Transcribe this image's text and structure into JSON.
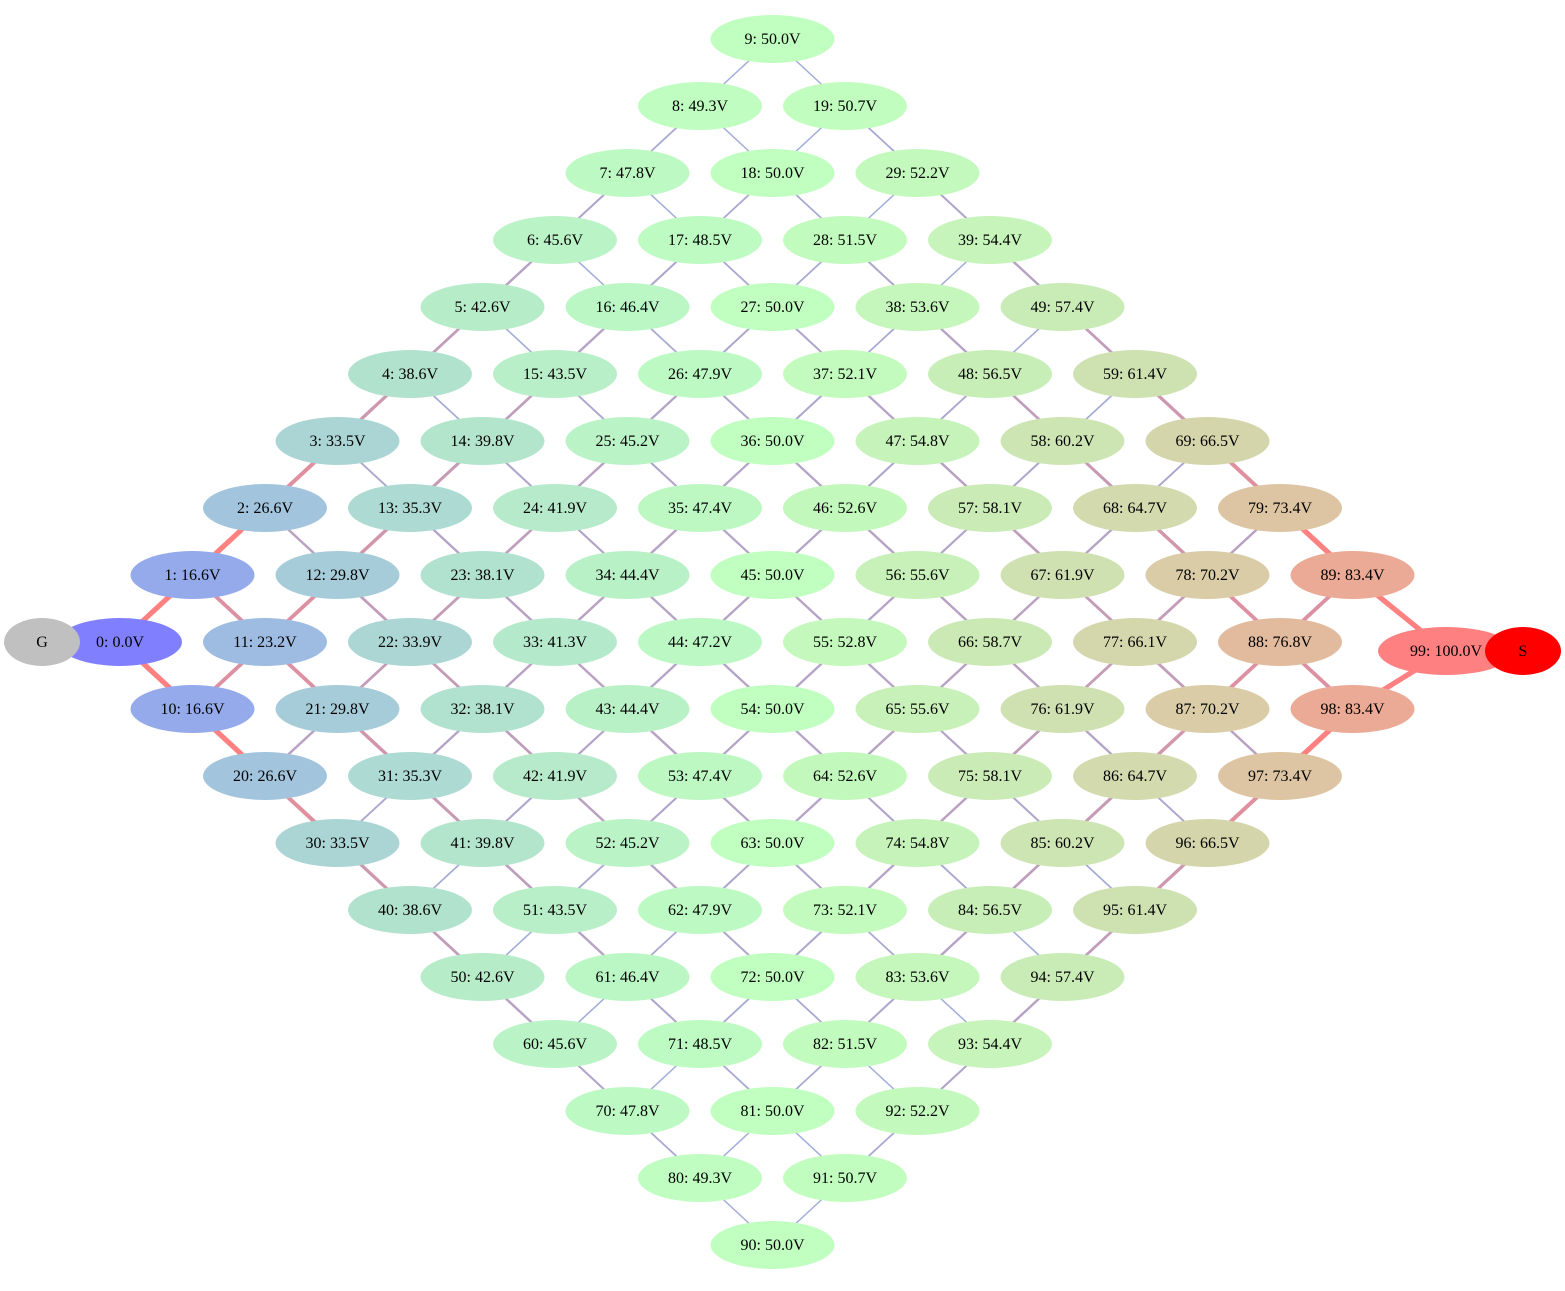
{
  "diagram": {
    "ground_label": "G",
    "source_label": "S",
    "nodes": [
      {
        "id": 0,
        "label": "0: 0.0V",
        "v": 0.0
      },
      {
        "id": 1,
        "label": "1: 16.6V",
        "v": 16.6
      },
      {
        "id": 2,
        "label": "2: 26.6V",
        "v": 26.6
      },
      {
        "id": 3,
        "label": "3: 33.5V",
        "v": 33.5
      },
      {
        "id": 4,
        "label": "4: 38.6V",
        "v": 38.6
      },
      {
        "id": 5,
        "label": "5: 42.6V",
        "v": 42.6
      },
      {
        "id": 6,
        "label": "6: 45.6V",
        "v": 45.6
      },
      {
        "id": 7,
        "label": "7: 47.8V",
        "v": 47.8
      },
      {
        "id": 8,
        "label": "8: 49.3V",
        "v": 49.3
      },
      {
        "id": 9,
        "label": "9: 50.0V",
        "v": 50.0
      },
      {
        "id": 10,
        "label": "10: 16.6V",
        "v": 16.6
      },
      {
        "id": 11,
        "label": "11: 23.2V",
        "v": 23.2
      },
      {
        "id": 12,
        "label": "12: 29.8V",
        "v": 29.8
      },
      {
        "id": 13,
        "label": "13: 35.3V",
        "v": 35.3
      },
      {
        "id": 14,
        "label": "14: 39.8V",
        "v": 39.8
      },
      {
        "id": 15,
        "label": "15: 43.5V",
        "v": 43.5
      },
      {
        "id": 16,
        "label": "16: 46.4V",
        "v": 46.4
      },
      {
        "id": 17,
        "label": "17: 48.5V",
        "v": 48.5
      },
      {
        "id": 18,
        "label": "18: 50.0V",
        "v": 50.0
      },
      {
        "id": 19,
        "label": "19: 50.7V",
        "v": 50.7
      },
      {
        "id": 20,
        "label": "20: 26.6V",
        "v": 26.6
      },
      {
        "id": 21,
        "label": "21: 29.8V",
        "v": 29.8
      },
      {
        "id": 22,
        "label": "22: 33.9V",
        "v": 33.9
      },
      {
        "id": 23,
        "label": "23: 38.1V",
        "v": 38.1
      },
      {
        "id": 24,
        "label": "24: 41.9V",
        "v": 41.9
      },
      {
        "id": 25,
        "label": "25: 45.2V",
        "v": 45.2
      },
      {
        "id": 26,
        "label": "26: 47.9V",
        "v": 47.9
      },
      {
        "id": 27,
        "label": "27: 50.0V",
        "v": 50.0
      },
      {
        "id": 28,
        "label": "28: 51.5V",
        "v": 51.5
      },
      {
        "id": 29,
        "label": "29: 52.2V",
        "v": 52.2
      },
      {
        "id": 30,
        "label": "30: 33.5V",
        "v": 33.5
      },
      {
        "id": 31,
        "label": "31: 35.3V",
        "v": 35.3
      },
      {
        "id": 32,
        "label": "32: 38.1V",
        "v": 38.1
      },
      {
        "id": 33,
        "label": "33: 41.3V",
        "v": 41.3
      },
      {
        "id": 34,
        "label": "34: 44.4V",
        "v": 44.4
      },
      {
        "id": 35,
        "label": "35: 47.4V",
        "v": 47.4
      },
      {
        "id": 36,
        "label": "36: 50.0V",
        "v": 50.0
      },
      {
        "id": 37,
        "label": "37: 52.1V",
        "v": 52.1
      },
      {
        "id": 38,
        "label": "38: 53.6V",
        "v": 53.6
      },
      {
        "id": 39,
        "label": "39: 54.4V",
        "v": 54.4
      },
      {
        "id": 40,
        "label": "40: 38.6V",
        "v": 38.6
      },
      {
        "id": 41,
        "label": "41: 39.8V",
        "v": 39.8
      },
      {
        "id": 42,
        "label": "42: 41.9V",
        "v": 41.9
      },
      {
        "id": 43,
        "label": "43: 44.4V",
        "v": 44.4
      },
      {
        "id": 44,
        "label": "44: 47.2V",
        "v": 47.2
      },
      {
        "id": 45,
        "label": "45: 50.0V",
        "v": 50.0
      },
      {
        "id": 46,
        "label": "46: 52.6V",
        "v": 52.6
      },
      {
        "id": 47,
        "label": "47: 54.8V",
        "v": 54.8
      },
      {
        "id": 48,
        "label": "48: 56.5V",
        "v": 56.5
      },
      {
        "id": 49,
        "label": "49: 57.4V",
        "v": 57.4
      },
      {
        "id": 50,
        "label": "50: 42.6V",
        "v": 42.6
      },
      {
        "id": 51,
        "label": "51: 43.5V",
        "v": 43.5
      },
      {
        "id": 52,
        "label": "52: 45.2V",
        "v": 45.2
      },
      {
        "id": 53,
        "label": "53: 47.4V",
        "v": 47.4
      },
      {
        "id": 54,
        "label": "54: 50.0V",
        "v": 50.0
      },
      {
        "id": 55,
        "label": "55: 52.8V",
        "v": 52.8
      },
      {
        "id": 56,
        "label": "56: 55.6V",
        "v": 55.6
      },
      {
        "id": 57,
        "label": "57: 58.1V",
        "v": 58.1
      },
      {
        "id": 58,
        "label": "58: 60.2V",
        "v": 60.2
      },
      {
        "id": 59,
        "label": "59: 61.4V",
        "v": 61.4
      },
      {
        "id": 60,
        "label": "60: 45.6V",
        "v": 45.6
      },
      {
        "id": 61,
        "label": "61: 46.4V",
        "v": 46.4
      },
      {
        "id": 62,
        "label": "62: 47.9V",
        "v": 47.9
      },
      {
        "id": 63,
        "label": "63: 50.0V",
        "v": 50.0
      },
      {
        "id": 64,
        "label": "64: 52.6V",
        "v": 52.6
      },
      {
        "id": 65,
        "label": "65: 55.6V",
        "v": 55.6
      },
      {
        "id": 66,
        "label": "66: 58.7V",
        "v": 58.7
      },
      {
        "id": 67,
        "label": "67: 61.9V",
        "v": 61.9
      },
      {
        "id": 68,
        "label": "68: 64.7V",
        "v": 64.7
      },
      {
        "id": 69,
        "label": "69: 66.5V",
        "v": 66.5
      },
      {
        "id": 70,
        "label": "70: 47.8V",
        "v": 47.8
      },
      {
        "id": 71,
        "label": "71: 48.5V",
        "v": 48.5
      },
      {
        "id": 72,
        "label": "72: 50.0V",
        "v": 50.0
      },
      {
        "id": 73,
        "label": "73: 52.1V",
        "v": 52.1
      },
      {
        "id": 74,
        "label": "74: 54.8V",
        "v": 54.8
      },
      {
        "id": 75,
        "label": "75: 58.1V",
        "v": 58.1
      },
      {
        "id": 76,
        "label": "76: 61.9V",
        "v": 61.9
      },
      {
        "id": 77,
        "label": "77: 66.1V",
        "v": 66.1
      },
      {
        "id": 78,
        "label": "78: 70.2V",
        "v": 70.2
      },
      {
        "id": 79,
        "label": "79: 73.4V",
        "v": 73.4
      },
      {
        "id": 80,
        "label": "80: 49.3V",
        "v": 49.3
      },
      {
        "id": 81,
        "label": "81: 50.0V",
        "v": 50.0
      },
      {
        "id": 82,
        "label": "82: 51.5V",
        "v": 51.5
      },
      {
        "id": 83,
        "label": "83: 53.6V",
        "v": 53.6
      },
      {
        "id": 84,
        "label": "84: 56.5V",
        "v": 56.5
      },
      {
        "id": 85,
        "label": "85: 60.2V",
        "v": 60.2
      },
      {
        "id": 86,
        "label": "86: 64.7V",
        "v": 64.7
      },
      {
        "id": 87,
        "label": "87: 70.2V",
        "v": 70.2
      },
      {
        "id": 88,
        "label": "88: 76.8V",
        "v": 76.8
      },
      {
        "id": 89,
        "label": "89: 83.4V",
        "v": 83.4
      },
      {
        "id": 90,
        "label": "90: 50.0V",
        "v": 50.0
      },
      {
        "id": 91,
        "label": "91: 50.7V",
        "v": 50.7
      },
      {
        "id": 92,
        "label": "92: 52.2V",
        "v": 52.2
      },
      {
        "id": 93,
        "label": "93: 54.4V",
        "v": 54.4
      },
      {
        "id": 94,
        "label": "94: 57.4V",
        "v": 57.4
      },
      {
        "id": 95,
        "label": "95: 61.4V",
        "v": 61.4
      },
      {
        "id": 96,
        "label": "96: 66.5V",
        "v": 66.5
      },
      {
        "id": 97,
        "label": "97: 73.4V",
        "v": 73.4
      },
      {
        "id": 98,
        "label": "98: 83.4V",
        "v": 83.4
      },
      {
        "id": 99,
        "label": "99: 100.0V",
        "v": 100.0
      }
    ],
    "colors": {
      "low": "#8080ff",
      "mid": "#c0ffc0",
      "high": "#ff8080",
      "ground": "#c0c0c0",
      "source": "#ff0000"
    }
  }
}
